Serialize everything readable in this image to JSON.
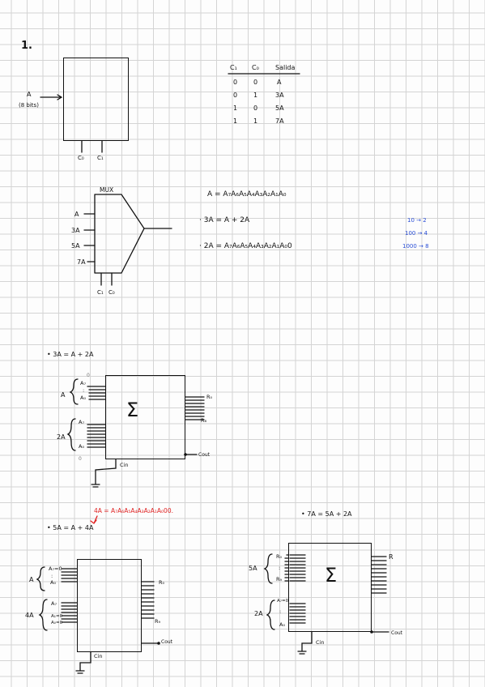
{
  "problem_number": "1.",
  "block1": {
    "input_label": "A",
    "input_bits": "(8 bits)",
    "select_c0": "C₀",
    "select_c1": "C₁"
  },
  "truth_table": {
    "headers": [
      "C₁",
      "C₀",
      "Salida"
    ],
    "rows": [
      [
        "0",
        "0",
        "A"
      ],
      [
        "0",
        "1",
        "3A"
      ],
      [
        "1",
        "0",
        "5A"
      ],
      [
        "1",
        "1",
        "7A"
      ]
    ]
  },
  "mux": {
    "title": "MUX",
    "inputs": [
      "A",
      "3A",
      "5A",
      "7A"
    ],
    "select_c1": "C₁",
    "select_c0": "C₀"
  },
  "equations": {
    "a_bits": "A = A₇A₆A₅A₄A₃A₂A₁A₀",
    "three_a": "· 3A = A + 2A",
    "two_a": "· 2A = A₇A₆A₅A₄A₃A₂A₁A₀0"
  },
  "shift_notes": [
    "10 → 2",
    "100 → 4",
    "1000 → 8"
  ],
  "adder_3a": {
    "heading": "• 3A = A + 2A",
    "in_a": "A",
    "in_a_top": "A₇",
    "in_a_dots": ":",
    "in_a_bottom": "A₀",
    "in_2a": "2A",
    "in_2a_top": "A₇",
    "in_2a_bottom": "A₀",
    "sum_symbol": "Σ",
    "out_r0": "R₀",
    "out_r8": "R₈",
    "cout": "Cout",
    "cin": "Cin",
    "zero_top": "0",
    "zero_bottom": "0"
  },
  "note_4a": "4A = A₇A₆A₅A₄A₃A₂A₁A₀00.",
  "adder_5a": {
    "heading": "• 5A = A + 4A",
    "in_a": "A",
    "in_a_top": "A₇=0",
    "in_a_dots": ":",
    "in_a_bottom": "A₀",
    "in_4a": "4A",
    "in_4a_top": "A₇",
    "in_4a_mid": "A₁=0",
    "in_4a_bottom": "A₀=0",
    "out_r0": "R₀",
    "out_r9": "R₉",
    "cout": "Cout",
    "cin": "Cin"
  },
  "adder_7a": {
    "heading": "• 7A = 5A + 2A",
    "in_5a": "5A",
    "in_5a_top": "R₀",
    "in_5a_dots": ":",
    "in_5a_bottom": "R₉",
    "in_2a": "2A",
    "in_2a_top": "A₇=0",
    "in_2a_dots": ":",
    "in_2a_bottom": "A₀",
    "sum_symbol": "Σ",
    "out_r": "R",
    "cout": "Cout",
    "cin": "Cin"
  }
}
